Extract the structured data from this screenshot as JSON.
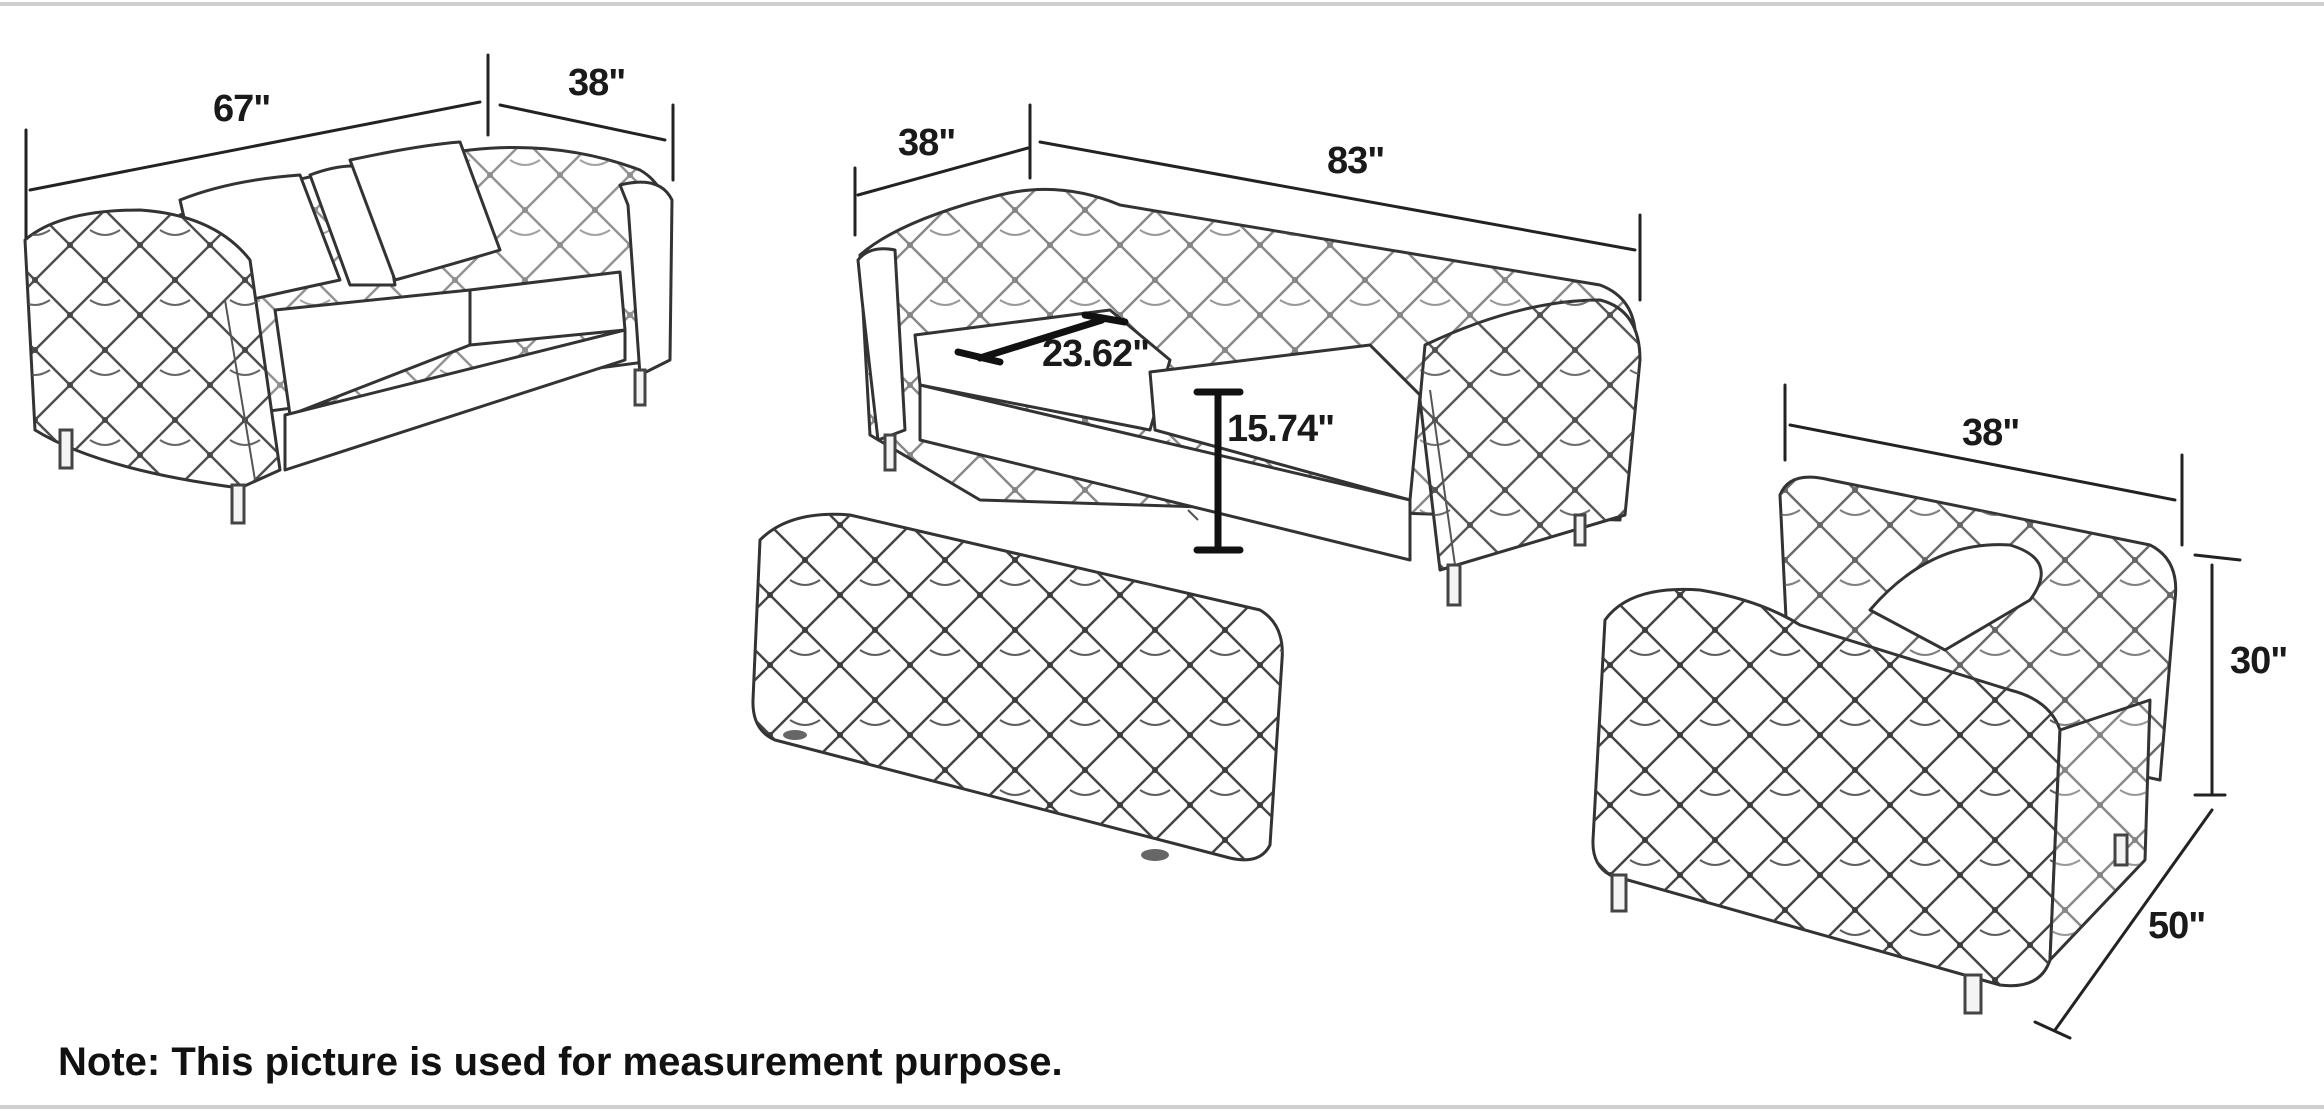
{
  "loveseat": {
    "length": "67\"",
    "depth": "38\""
  },
  "sofa": {
    "depth": "38\"",
    "length": "83\"",
    "seat_depth": "23.62\"",
    "seat_height": "15.74\""
  },
  "chair": {
    "width": "38\"",
    "height": "30\"",
    "depth": "50\""
  },
  "note": "Note: This picture is used for measurement purpose."
}
